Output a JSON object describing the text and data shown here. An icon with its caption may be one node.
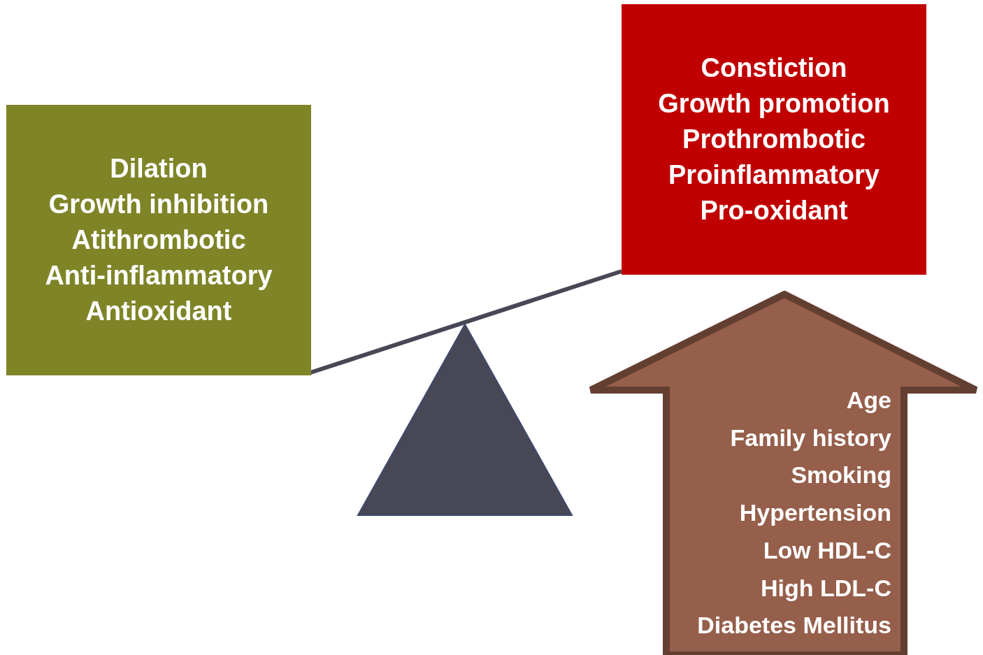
{
  "diagram": {
    "nodes": [
      {
        "text": [
          "Dilation",
          "Growth inhibition",
          "Atithrombotic",
          "Anti-inflammatory",
          "Antioxidant"
        ]
      },
      {
        "text": [
          "Constiction",
          "Growth promotion",
          "Prothrombotic",
          "Proinflammatory",
          "Pro-oxidant"
        ]
      },
      {
        "text": [
          "Age",
          "Family history",
          "Smoking",
          "Hypertension",
          "Low HDL-C",
          "High LDL-C",
          "Diabetes Mellitus"
        ]
      },
      {
        "text": [],
        "shape": "triangle"
      }
    ],
    "edges": [
      {
        "from": 0,
        "to": 1,
        "arrow": "none"
      }
    ]
  }
}
